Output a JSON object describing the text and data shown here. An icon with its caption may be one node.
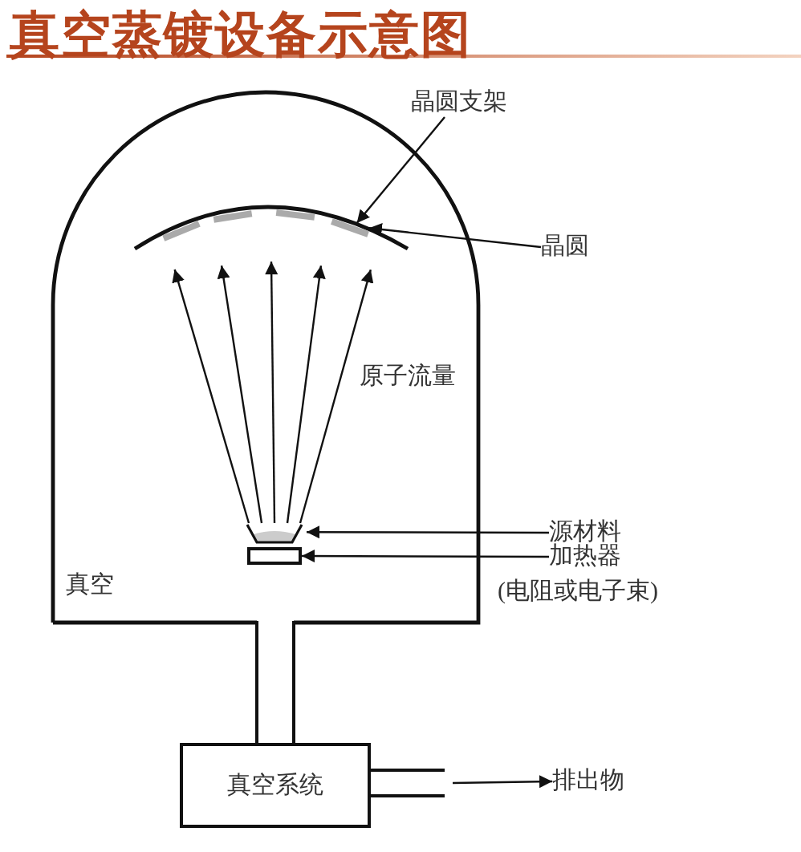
{
  "diagram": {
    "title": "真空蒸镀设备示意图",
    "nodes": [
      {
        "text": [
          "真空"
        ]
      },
      {
        "text": [
          "晶圆支架"
        ]
      },
      {
        "text": [],
        "shape": "arc",
        "in": 0
      },
      {
        "text": [
          "晶圆"
        ]
      },
      {
        "text": [],
        "shape": "bar",
        "in": 2
      },
      {
        "text": [],
        "shape": "bar",
        "in": 2
      },
      {
        "text": [],
        "shape": "bar",
        "in": 2
      },
      {
        "text": [],
        "shape": "bar",
        "in": 2
      },
      {
        "text": [],
        "shape": "cup",
        "in": 0
      },
      {
        "text": [
          "源材料"
        ]
      },
      {
        "text": [],
        "shape": "box",
        "in": 0
      },
      {
        "text": [
          "加热器"
        ],
        "beside": [
          "(电阻或电子束)"
        ]
      },
      {
        "text": [
          "真空系统"
        ]
      },
      {
        "text": [
          "排出物"
        ]
      }
    ],
    "edges": [
      {
        "from": 1,
        "to": 2,
        "arrow": "to"
      },
      {
        "from": 3,
        "to": 7,
        "arrow": "to"
      },
      {
        "from": 8,
        "to": 2,
        "arrow": "to"
      },
      {
        "from": 8,
        "to": 2,
        "arrow": "to"
      },
      {
        "from": 8,
        "to": 2,
        "arrow": "to"
      },
      {
        "from": 8,
        "to": 2,
        "arrow": "to"
      },
      {
        "from": 8,
        "to": 2,
        "arrow": "to"
      },
      {
        "from": 9,
        "to": 8,
        "arrow": "to"
      },
      {
        "from": 11,
        "to": 10,
        "arrow": "to"
      },
      {
        "from": null,
        "to": 13,
        "arrow": "to"
      }
    ],
    "labels": [
      "原子流量"
    ]
  }
}
